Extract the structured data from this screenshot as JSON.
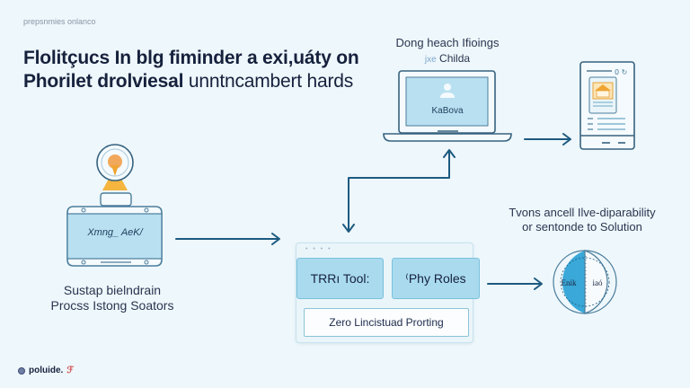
{
  "header": {
    "eyebrow": "prepsnmies onlanco",
    "title_line1": "Flolitçucs In blg fiminder a exi,uáty on",
    "title_line2_bold": "Phorilet drolviesal",
    "title_line2_regular": " unntncambert hards"
  },
  "laptop": {
    "caption_line1": "Dong heach Ifioings",
    "caption_line2_faint": "jxe",
    "caption_line2": "Childa",
    "screen_label": "KaBova",
    "icon": "user-icon"
  },
  "phone": {
    "icon": "house-card-icon"
  },
  "database": {
    "label": "Xmng_ AeK/",
    "caption_line1": "Sustap bielndrain",
    "caption_line2": "Procss Istong Soators",
    "icon": "lightbulb-icon"
  },
  "tools_panel": {
    "dots": "• • • •",
    "button1": "TRRı Tool:",
    "button2": "⁽Phy Roles",
    "report_bar": "Zero Lincistuad Prorting"
  },
  "result": {
    "caption_line1": "Tvons ancell Ilve-diparability",
    "caption_line2": "or sentonde to Solution",
    "gauge_left_label": "Enik",
    "gauge_right_label": "iaó"
  },
  "footer": {
    "logo_text": "poluide.",
    "logo_mark": "ℱ"
  },
  "colors": {
    "background": "#eef7fb",
    "arrow": "#1d5a80",
    "accent_light": "#a9daee",
    "accent": "#3aa8d8",
    "orange": "#f0a532"
  }
}
